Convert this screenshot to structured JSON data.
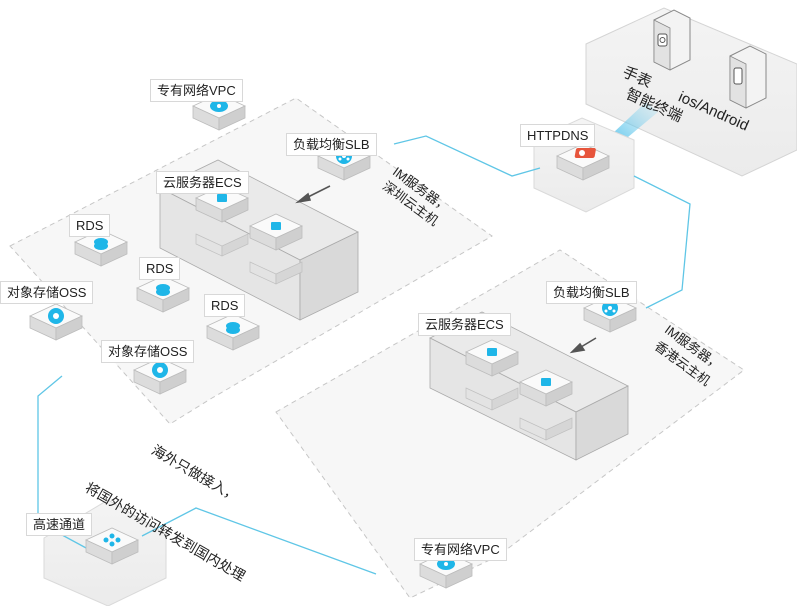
{
  "devices": {
    "watch_label": "手表",
    "phone_label": "ios/Android",
    "group_label": "智能终端"
  },
  "labels": {
    "httpdns": "HTTPDNS",
    "vpc_top": "专有网络VPC",
    "slb_top": "负载均衡SLB",
    "ecs_top": "云服务器ECS",
    "rds_1": "RDS",
    "rds_2": "RDS",
    "rds_3": "RDS",
    "oss_1": "对象存储OSS",
    "oss_2": "对象存储OSS",
    "slb_bottom": "负载均衡SLB",
    "ecs_bottom": "云服务器ECS",
    "vpc_bottom": "专有网络VPC",
    "express": "高速通道"
  },
  "regions": {
    "shenzhen_line1": "IM服务器，",
    "shenzhen_line2": "深圳云主机",
    "hongkong_line1": "IM服务器，",
    "hongkong_line2": "香港云主机"
  },
  "notes": {
    "line1": "海外只做接入，",
    "line2": "将国外的访问转发到国内处理"
  },
  "colors": {
    "accent": "#1fb6e8",
    "flow": "#5fc6e6",
    "zone": "#c6c6c6",
    "alert": "#e7553c"
  }
}
